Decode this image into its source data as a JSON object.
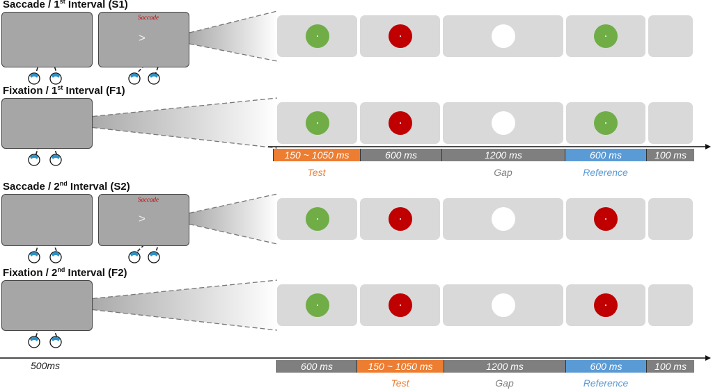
{
  "colors": {
    "green": "#70ad47",
    "red": "#c00000",
    "white": "#ffffff",
    "orange": "#ed7d31",
    "gray": "#7f7f7f",
    "blue": "#5b9bd5",
    "saccade": "#c00000"
  },
  "rows": [
    {
      "title": {
        "pre": "Saccade / 1",
        "sup": "st",
        "post": " Interval (S1)"
      },
      "type": "saccade",
      "stimuli": [
        "green",
        "red",
        "white",
        "green"
      ]
    },
    {
      "title": {
        "pre": "Fixation / 1",
        "sup": "st",
        "post": " Interval (F1)"
      },
      "type": "fixation",
      "stimuli": [
        "green",
        "red",
        "white",
        "green"
      ]
    },
    {
      "title": {
        "pre": "Saccade / 2",
        "sup": "nd",
        "post": " Interval (S2)"
      },
      "type": "saccade",
      "stimuli": [
        "green",
        "red",
        "white",
        "red"
      ]
    },
    {
      "title": {
        "pre": "Fixation / 2",
        "sup": "nd",
        "post": " Interval (F2)"
      },
      "type": "fixation",
      "stimuli": [
        "green",
        "red",
        "white",
        "red"
      ]
    }
  ],
  "saccade_label": "Saccade",
  "arrow_glyph": ">",
  "timelines": [
    {
      "segments": [
        {
          "text": "150 ~ 1050 ms",
          "color": "orange"
        },
        {
          "text": "600 ms",
          "color": "gray"
        },
        {
          "text": "1200 ms",
          "color": "gray"
        },
        {
          "text": "600 ms",
          "color": "blue"
        },
        {
          "text": "100 ms",
          "color": "gray"
        }
      ],
      "labels": [
        {
          "text": "Test",
          "color": "orange",
          "segment": 0
        },
        {
          "text": "Gap",
          "color": "gray",
          "segment": 2
        },
        {
          "text": "Reference",
          "color": "blue",
          "segment": 3
        }
      ]
    },
    {
      "segments": [
        {
          "text": "600 ms",
          "color": "gray"
        },
        {
          "text": "150 ~ 1050 ms",
          "color": "orange"
        },
        {
          "text": "1200 ms",
          "color": "gray"
        },
        {
          "text": "600 ms",
          "color": "blue"
        },
        {
          "text": "100 ms",
          "color": "gray"
        }
      ],
      "labels": [
        {
          "text": "Test",
          "color": "orange",
          "segment": 1
        },
        {
          "text": "Gap",
          "color": "gray",
          "segment": 2
        },
        {
          "text": "Reference",
          "color": "blue",
          "segment": 3
        }
      ]
    }
  ],
  "fixation_duration": "500ms"
}
